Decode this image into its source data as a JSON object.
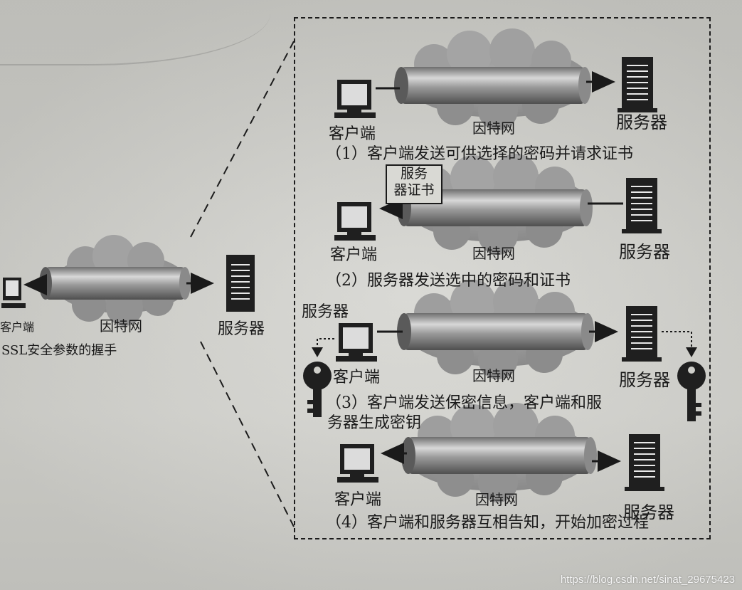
{
  "labels": {
    "client": "客户端",
    "internet": "因特网",
    "server": "服务器",
    "handshake_title": "SSL安全参数的握手",
    "cert_line1": "服务",
    "cert_line2": "器证书",
    "step1": "（1）客户端发送可供选择的密码并请求证书",
    "step2": "（2）服务器发送选中的密码和证书",
    "step3_line1": "（3）客户端发送保密信息，客户端和服",
    "step3_line2": "务器生成密钥",
    "step4": "（4）客户端和服务器互相告知，开始加密过程"
  },
  "watermark": "https://blog.csdn.net/sinat_29675423"
}
